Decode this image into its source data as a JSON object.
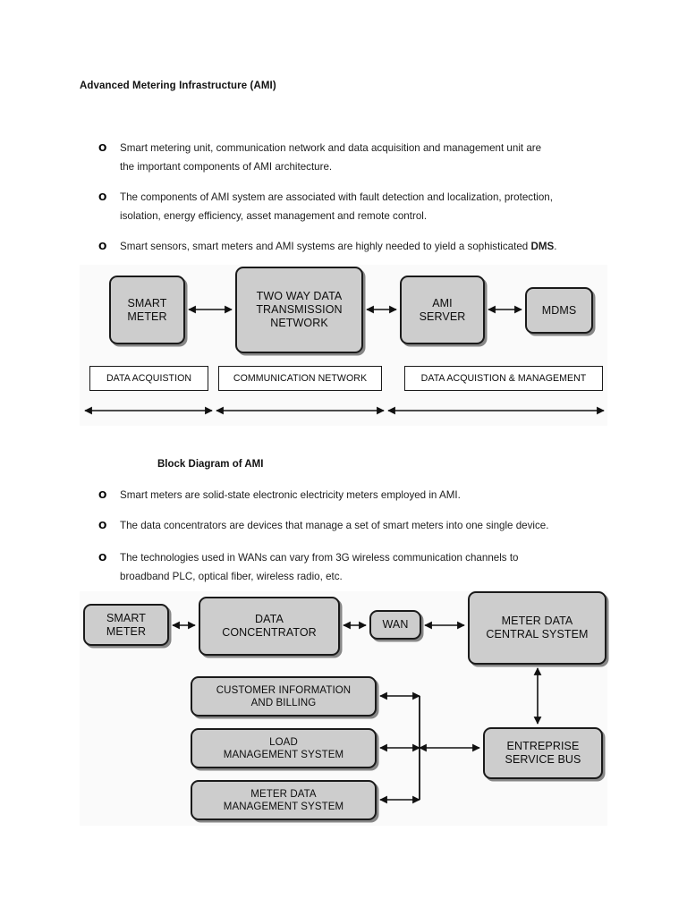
{
  "document": {
    "title": "Advanced Metering Infrastructure (AMI)",
    "bullet_glyph": "O"
  },
  "section_one": {
    "bullets": [
      {
        "line1": "Smart metering unit, communication network and data acquisition and management unit are",
        "line2": "the  important  components  of  AMI  architecture."
      },
      {
        "line1": "The components of AMI system are associated with fault detection and localization, protection,",
        "line2": "isolation, energy efficiency, asset management and remote control."
      },
      {
        "line1": "Smart sensors, smart meters and AMI systems are highly needed to yield a sophisticated ",
        "emphasis": "DMS",
        "line1_tail": "."
      }
    ]
  },
  "diagram_one": {
    "nodes": [
      {
        "id": "smart-meter",
        "label_line1": "SMART",
        "label_line2": "METER"
      },
      {
        "id": "two-way-network",
        "label_line1": "TWO WAY DATA",
        "label_line2": "TRANSMISSION",
        "label_line3": "NETWORK"
      },
      {
        "id": "ami-server",
        "label_line1": "AMI",
        "label_line2": "SERVER"
      },
      {
        "id": "mdms",
        "label_line1": "MDMS"
      }
    ],
    "tags": [
      {
        "id": "tag-data-acquistion",
        "label": "DATA ACQUISTION"
      },
      {
        "id": "tag-communication-network",
        "label": "COMMUNICATION NETWORK"
      },
      {
        "id": "tag-data-acquistion-management",
        "label": "DATA ACQUISTION & MANAGEMENT"
      }
    ]
  },
  "caption_one": "Block Diagram of AMI",
  "section_two": {
    "bullets": [
      {
        "line1": "Smart meters are solid-state electronic electricity meters employed in AMI."
      },
      {
        "line1": "The data concentrators are devices that manage a set of smart meters into one single device."
      },
      {
        "line1": "The technologies used in WANs can vary from 3G wireless communication channels to",
        "line2": "broadband  PLC,  optical  fiber,  wireless  radio,  etc."
      }
    ]
  },
  "diagram_two": {
    "nodes": [
      {
        "id": "smart-meter",
        "label_line1": "SMART",
        "label_line2": "METER"
      },
      {
        "id": "data-concentrator",
        "label_line1": "DATA",
        "label_line2": "CONCENTRATOR"
      },
      {
        "id": "wan",
        "label_line1": "WAN"
      },
      {
        "id": "meter-data-central-system",
        "label_line1": "METER DATA",
        "label_line2": "CENTRAL SYSTEM"
      },
      {
        "id": "customer-information-and-billing",
        "label_line1": "CUSTOMER INFORMATION",
        "label_line2": "AND BILLING"
      },
      {
        "id": "load-management-system",
        "label_line1": "LOAD",
        "label_line2": "MANAGEMENT SYSTEM"
      },
      {
        "id": "meter-data-management-system",
        "label_line1": "METER DATA",
        "label_line2": "MANAGEMENT SYSTEM"
      },
      {
        "id": "entreprise-service-bus",
        "label_line1": "ENTREPRISE",
        "label_line2": "SERVICE BUS"
      }
    ]
  },
  "colors": {
    "node_fill": "#cdcdcd",
    "node_border": "#1a1a1a",
    "panel_bg": "#fafafa",
    "page_bg": "#ffffff",
    "text": "#1a1a1a"
  }
}
